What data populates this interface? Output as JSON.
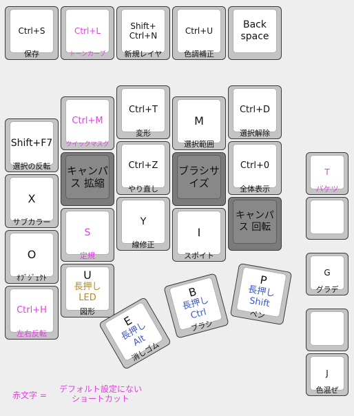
{
  "keys": {
    "save": {
      "label": "Ctrl+S",
      "sub": "保存"
    },
    "tone_curve": {
      "label": "Ctrl+L",
      "sub": "トーンカーブ"
    },
    "new_layer": {
      "label1": "Shift+",
      "label2": "Ctrl+N",
      "sub": "新規レイヤ"
    },
    "color_correct": {
      "label": "Ctrl+U",
      "sub": "色調補正"
    },
    "backspace": {
      "label1": "Back",
      "label2": "space"
    },
    "transform": {
      "label": "Ctrl+T",
      "sub": "変形"
    },
    "quick_mask": {
      "label": "Ctrl+M",
      "sub": "クイックマスク"
    },
    "select_range": {
      "label": "M",
      "sub": "選択範囲"
    },
    "deselect": {
      "label": "Ctrl+D",
      "sub": "選択解除"
    },
    "invert_selection": {
      "label": "Shift+F7",
      "sub": "選択の反転"
    },
    "canvas_zoom": {
      "label": "キャンパス 拡縮"
    },
    "undo": {
      "label": "Ctrl+Z",
      "sub": "やり直し"
    },
    "brush_size": {
      "label": "ブラシサイズ"
    },
    "show_all": {
      "label": "Ctrl+0",
      "sub": "全体表示"
    },
    "bucket": {
      "label": "T",
      "sub": "バケツ"
    },
    "sub_color": {
      "label": "X",
      "sub": "サブカラー"
    },
    "ruler": {
      "label": "S",
      "sub": "定規"
    },
    "line_fix": {
      "label": "Y",
      "sub": "線修正"
    },
    "eyedropper": {
      "label": "I",
      "sub": "スポイト"
    },
    "canvas_rotate": {
      "label": "キャンパス 回転"
    },
    "blank_right_1": {},
    "object": {
      "label": "O",
      "sub": "ｵﾌﾞｼﾞｪｸﾄ"
    },
    "shape": {
      "label": "U",
      "hold": "長押し",
      "led": "LED",
      "sub": "図形"
    },
    "gradient": {
      "label": "G",
      "sub": "グラデ"
    },
    "flip_h": {
      "label": "Ctrl+H",
      "sub": "左右反転"
    },
    "blank_right_2": {},
    "blend": {
      "label": "J",
      "sub": "色混ぜ"
    },
    "eraser": {
      "label": "E",
      "hold": "長押し",
      "mod": "Alt",
      "sub": "消しゴム"
    },
    "brush": {
      "label": "B",
      "hold": "長押し",
      "mod": "Ctrl",
      "sub": "ブラシ"
    },
    "pen": {
      "label": "P",
      "hold": "長押し",
      "mod": "Shift",
      "sub": "ペン"
    }
  },
  "legend": {
    "label": "赤文字 =",
    "desc1": "デフォルト設定にない",
    "desc2": "ショートカット"
  },
  "colors": {
    "key_light": "#c4c4c4",
    "key_dark": "#7b7b7b",
    "red_text": "#e040e0",
    "blue_text": "#3c58c8",
    "background": "#eeeeee"
  }
}
